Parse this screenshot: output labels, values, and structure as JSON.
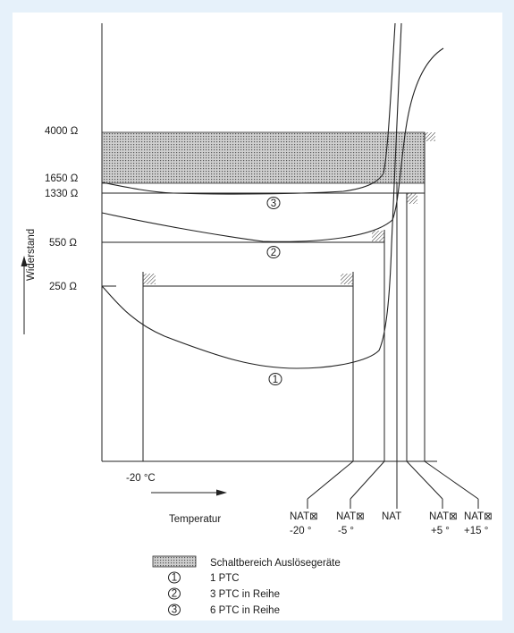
{
  "diagram": {
    "y_axis_label": "Widerstand",
    "x_axis_label": "Temperatur",
    "y_labels": {
      "r4000": "4000 Ω",
      "r1650": "1650 Ω",
      "r1330": "1330 Ω",
      "r550": "550 Ω",
      "r250": "250 Ω"
    },
    "x_label_minus20": "-20 °C",
    "nat_labels": [
      {
        "top": "NAT⊠",
        "bottom": "-20 °"
      },
      {
        "top": "NAT⊠",
        "bottom": "-5 °"
      },
      {
        "top": "NAT",
        "bottom": ""
      },
      {
        "top": "NAT⊠",
        "bottom": "+5 °"
      },
      {
        "top": "NAT⊠",
        "bottom": "+15 °"
      }
    ],
    "curve_markers": [
      "1",
      "2",
      "3"
    ],
    "legend": {
      "band": "Schaltbereich Auslösegeräte",
      "items": [
        {
          "marker": "1",
          "label": "1 PTC"
        },
        {
          "marker": "2",
          "label": "3 PTC in Reihe"
        },
        {
          "marker": "3",
          "label": "6 PTC in Reihe"
        }
      ]
    }
  }
}
